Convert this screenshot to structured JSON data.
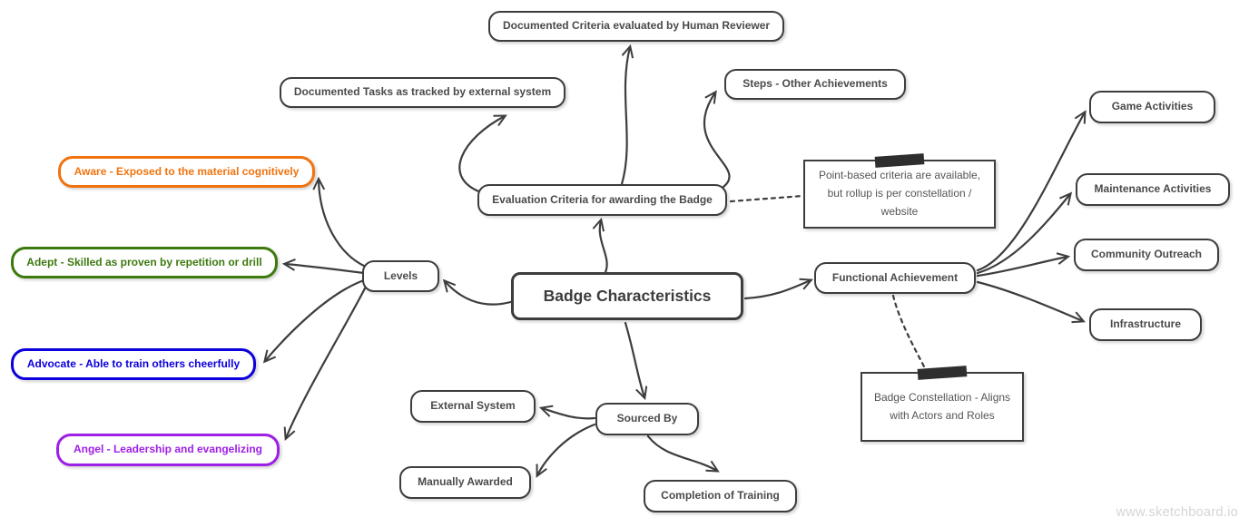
{
  "diagram": {
    "app": "sketchboard mind map",
    "watermark": "www.sketchboard.io",
    "stroke_color": "#3d3d3d",
    "background": "#ffffff",
    "nodes": {
      "root": {
        "label": "Badge Characteristics"
      },
      "doc_criteria": {
        "label": "Documented Criteria evaluated by Human Reviewer"
      },
      "doc_tasks": {
        "label": "Documented Tasks as tracked by external system"
      },
      "steps": {
        "label": "Steps - Other Achievements"
      },
      "evaluation": {
        "label": "Evaluation Criteria for awarding the Badge"
      },
      "levels": {
        "label": "Levels"
      },
      "functional": {
        "label": "Functional Achievement"
      },
      "game": {
        "label": "Game Activities"
      },
      "maintenance": {
        "label": "Maintenance Activities"
      },
      "community": {
        "label": "Community Outreach"
      },
      "infrastructure": {
        "label": "Infrastructure"
      },
      "sourced_by": {
        "label": "Sourced By"
      },
      "external_system": {
        "label": "External System"
      },
      "manually_awarded": {
        "label": "Manually Awarded"
      },
      "completion": {
        "label": "Completion of Training"
      }
    },
    "level_nodes": [
      {
        "label": "Aware - Exposed to the material cognitively",
        "color": "#f0730f",
        "css": "--c:#f0730f"
      },
      {
        "label": "Adept - Skilled as proven by repetition or drill",
        "color": "#3c7a0e",
        "css": "--c:#3c7a0e"
      },
      {
        "label": "Advocate - Able to train others cheerfully",
        "color": "#0b00dd",
        "css": "--c:#0b00dd"
      },
      {
        "label": "Angel - Leadership and evangelizing",
        "color": "#9e1fe5",
        "css": "--c:#9e1fe5"
      }
    ],
    "notes": [
      {
        "text": "Point-based criteria are available, but rollup is per constellation / website"
      },
      {
        "text": "Badge Constellation - Aligns with Actors and Roles"
      }
    ]
  }
}
